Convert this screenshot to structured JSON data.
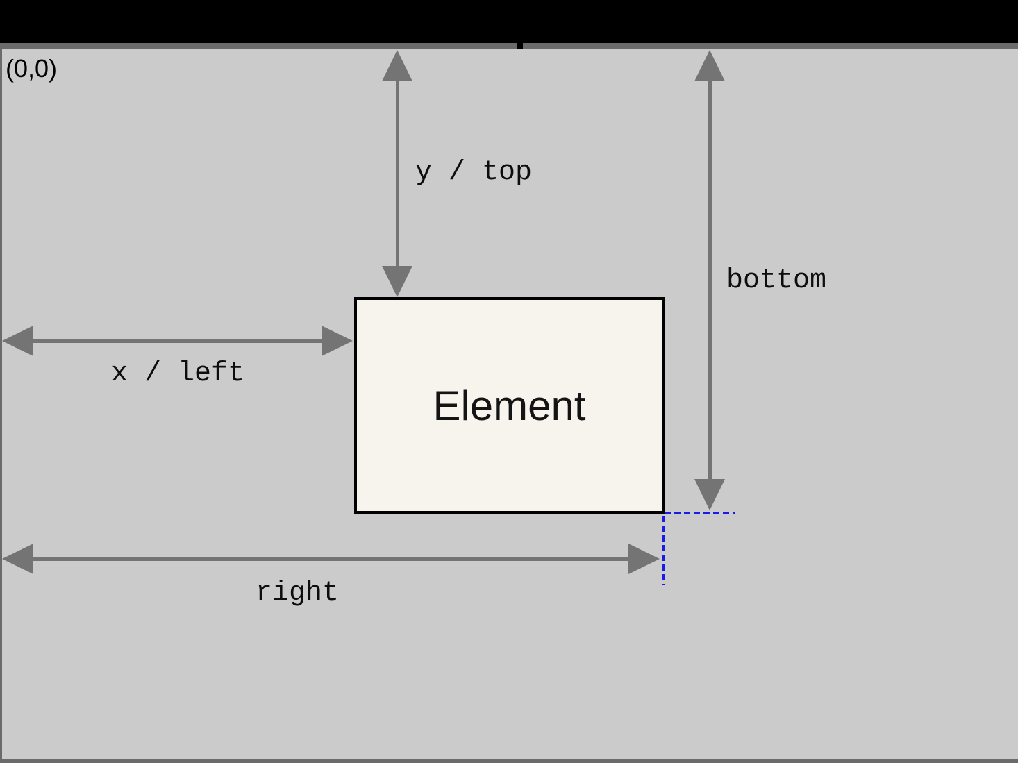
{
  "diagram": {
    "origin_label": "(0,0)",
    "element": {
      "label": "Element"
    },
    "measures": {
      "y_top": "y / top",
      "x_left": "x / left",
      "bottom": "bottom",
      "right": "right"
    }
  },
  "colors": {
    "letterbox": "#000000",
    "frame_gray": "#6b6b6b",
    "canvas_bg": "#cbcbcb",
    "element_fill": "#f7f4ee",
    "element_border": "#000000",
    "arrow_gray": "#747474",
    "label_color": "#0d0d0d",
    "guide_blue": "#1b1be8"
  }
}
